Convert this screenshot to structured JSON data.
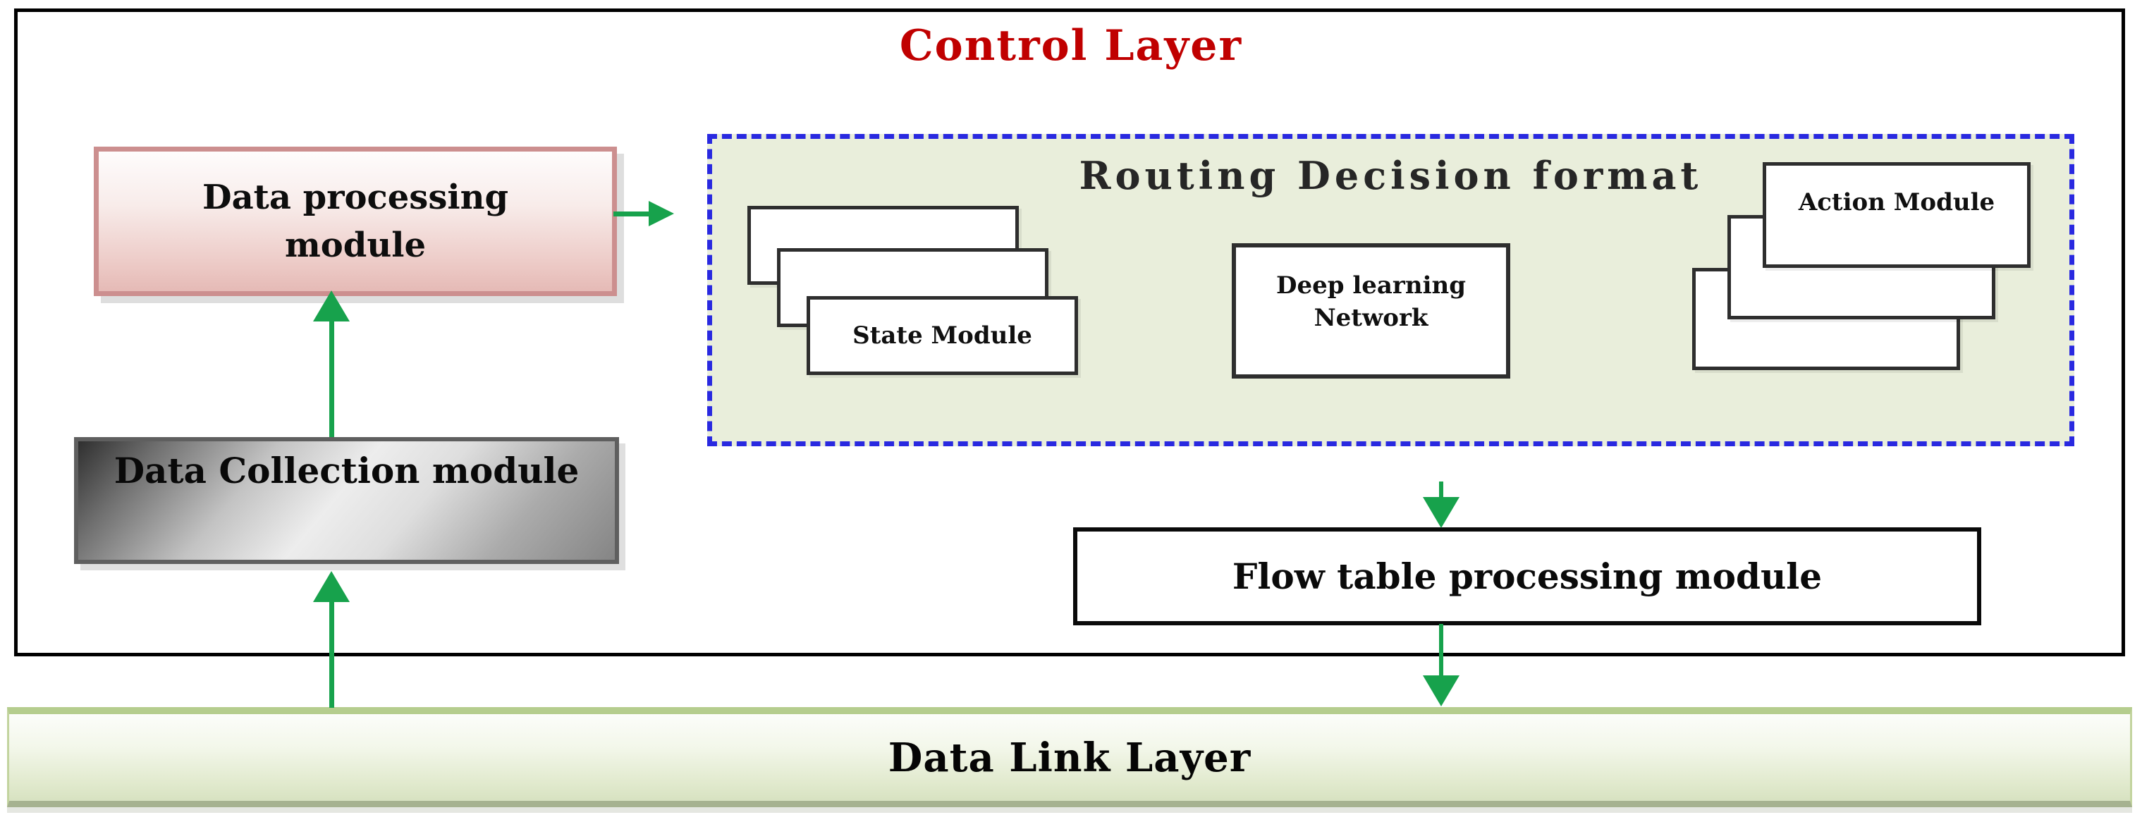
{
  "diagram": {
    "control_layer": {
      "title": "Control Layer"
    },
    "modules": {
      "data_processing": "Data processing module",
      "data_collection": "Data Collection module",
      "flow_table": "Flow table processing module"
    },
    "routing_decision": {
      "title": "Routing Decision format",
      "state_module": "State Module",
      "deep_learning_network": "Deep learning Network",
      "action_module": "Action Module"
    },
    "data_link_layer": {
      "title": "Data Link Layer"
    },
    "colors": {
      "title_red": "#c00000",
      "arrow_green": "#17a24c",
      "dashed_border_blue": "#2929e0",
      "dashed_fill_sage": "#e9eedb",
      "processing_border_pink": "#cc8f8f",
      "processing_fill_pink": "#e5bab6",
      "collection_gray_dark": "#2f2f2f",
      "datalink_green_band": "#b5cd8e",
      "box_border_dark": "#2e2e2e",
      "outer_border": "#000000"
    }
  }
}
